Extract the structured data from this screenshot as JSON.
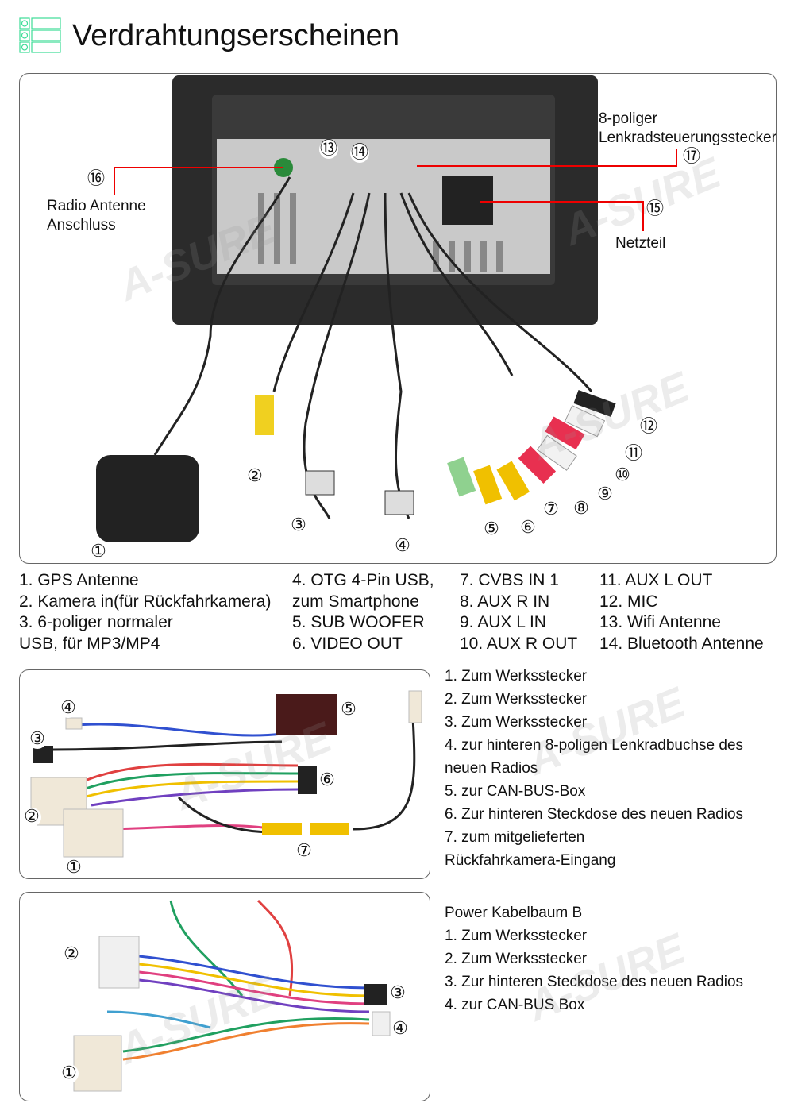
{
  "header": {
    "title": "Verdrahtungserscheinen",
    "icon": "list-icon",
    "icon_color": "#3ddc97"
  },
  "watermark": "A-SURE",
  "panel1": {
    "callouts": {
      "n1": "①",
      "n2": "②",
      "n3": "③",
      "n4": "④",
      "n5": "⑤",
      "n6": "⑥",
      "n7": "⑦",
      "n8": "⑧",
      "n9": "⑨",
      "n10": "⑩",
      "n11": "⑪",
      "n12": "⑫",
      "n13": "⑬",
      "n14": "⑭",
      "n15": "⑮",
      "n16": "⑯",
      "n17": "⑰"
    },
    "label_radio": "Radio Antenne\nAnschluss",
    "label_radio_1": "Radio Antenne",
    "label_radio_2": "Anschluss",
    "label_steering_1": "8-poliger",
    "label_steering_2": "Lenkradsteuerungsstecker",
    "label_power": "Netzteil",
    "line_color": "#e00000"
  },
  "legend": {
    "col1": [
      "1. GPS Antenne",
      "2. Kamera in(für Rückfahrkamera)",
      "3. 6-poliger normaler",
      "USB, für MP3/MP4"
    ],
    "col2": [
      "4. OTG 4-Pin USB,",
      "zum Smartphone",
      "5. SUB WOOFER",
      "6. VIDEO OUT"
    ],
    "col3": [
      "7. CVBS IN 1",
      "8. AUX R IN",
      "9. AUX L IN",
      "10. AUX R OUT"
    ],
    "col4": [
      "11. AUX L OUT",
      "12. MIC",
      "13. Wifi Antenne",
      "14. Bluetooth Antenne"
    ]
  },
  "panel2": {
    "callouts": {
      "n1": "①",
      "n2": "②",
      "n3": "③",
      "n4": "④",
      "n5": "⑤",
      "n6": "⑥",
      "n7": "⑦"
    },
    "description": [
      "1. Zum Werksstecker",
      "2. Zum Werksstecker",
      "3. Zum Werksstecker",
      "4. zur hinteren 8-poligen Lenkradbuchse des",
      "neuen Radios",
      "5. zur CAN-BUS-Box",
      "6. Zur hinteren Steckdose des neuen Radios",
      "7. zum mitgelieferten",
      "Rückfahrkamera-Eingang"
    ]
  },
  "panel3": {
    "callouts": {
      "n1": "①",
      "n2": "②",
      "n3": "③",
      "n4": "④"
    },
    "description": [
      "Power Kabelbaum B",
      "1. Zum Werksstecker",
      "2. Zum Werksstecker",
      "3. Zur hinteren Steckdose des neuen Radios",
      "4. zur CAN-BUS Box"
    ]
  }
}
